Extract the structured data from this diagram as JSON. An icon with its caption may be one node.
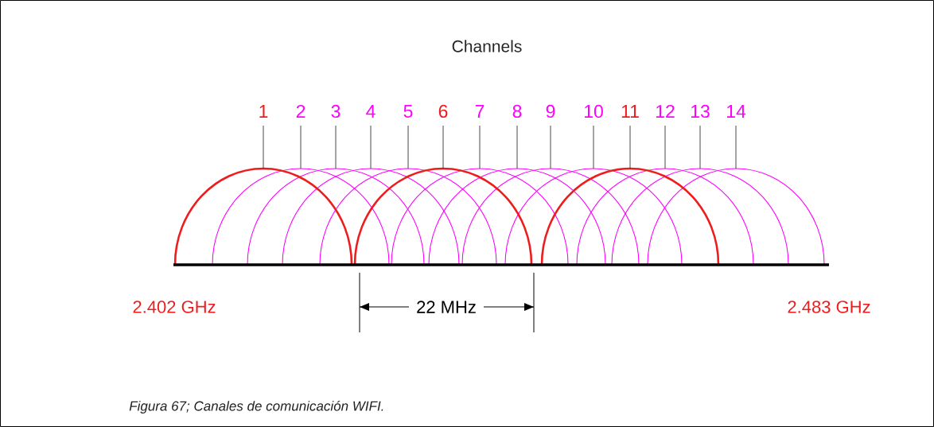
{
  "diagram": {
    "title": "Channels",
    "caption": "Figura 67; Canales de comunicación WIFI.",
    "labels": [
      "1",
      "2",
      "3",
      "4",
      "5",
      "6",
      "7",
      "8",
      "9",
      "10",
      "11",
      "12",
      "13",
      "14",
      "2.402 GHz",
      "22 MHz",
      "2.483 GHz"
    ]
  }
}
